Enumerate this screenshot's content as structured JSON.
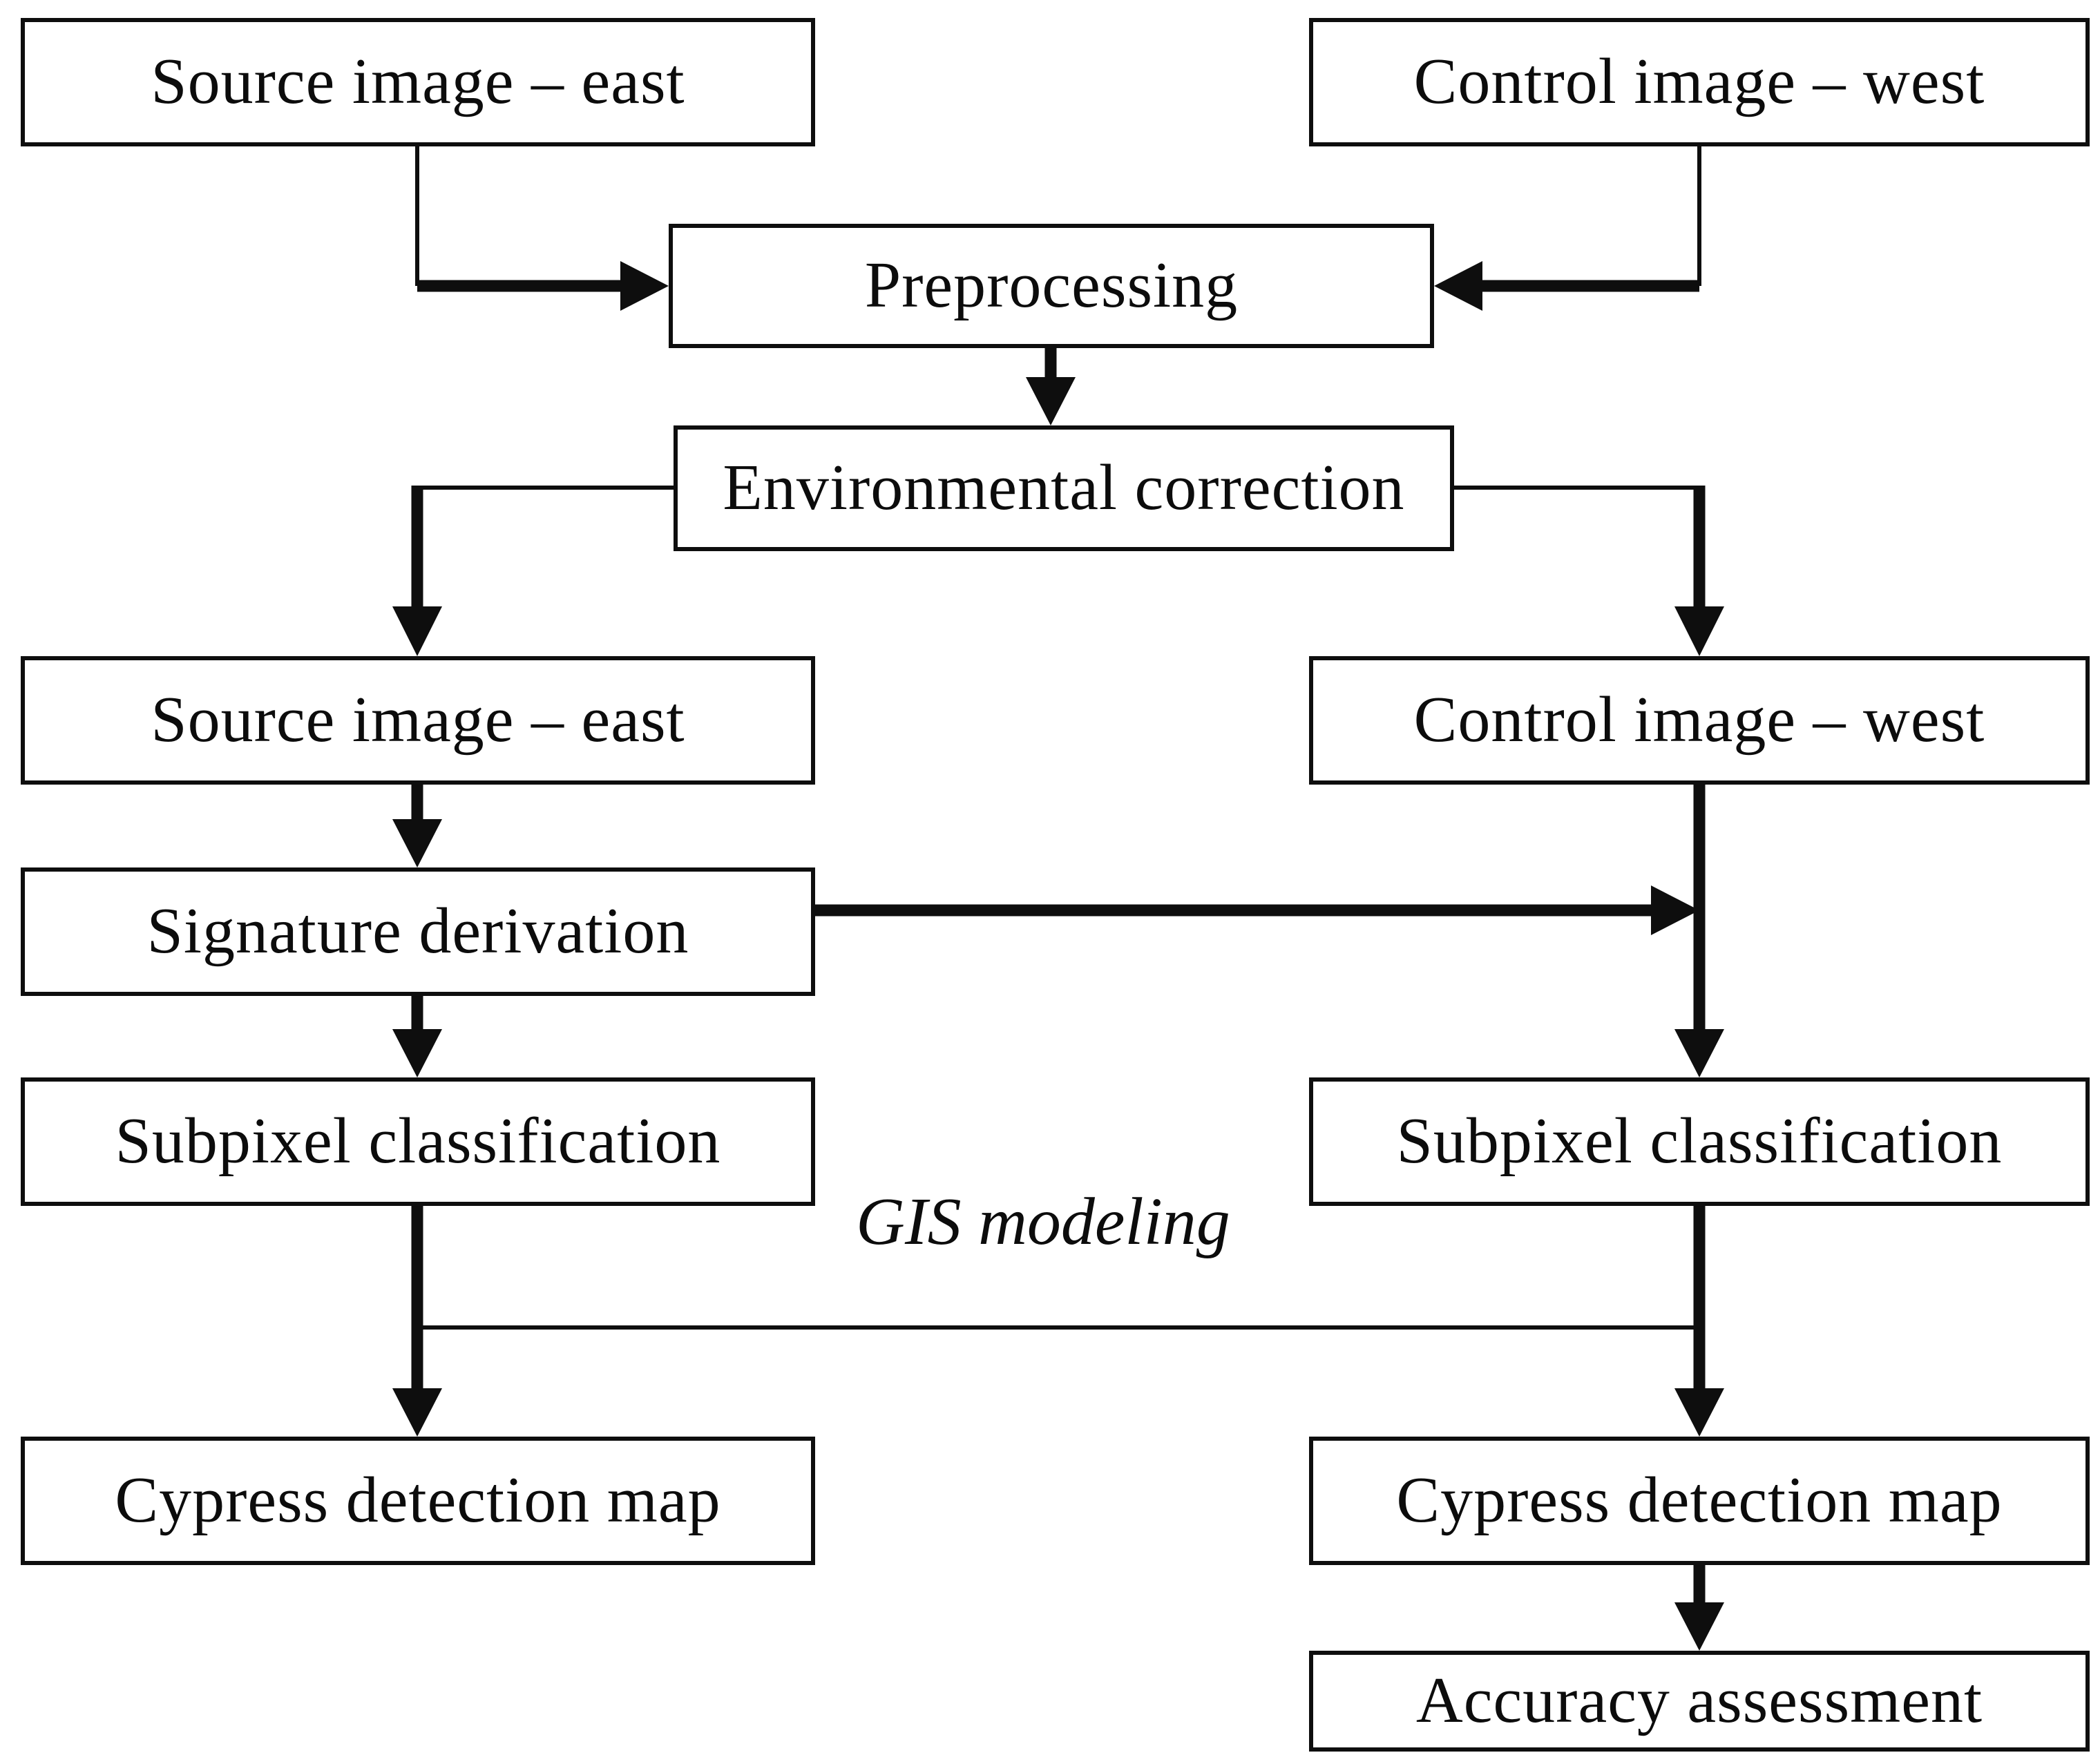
{
  "diagram": {
    "description": "Flowchart of cypress detection image-processing workflow for east (source) and west (control) images",
    "colors": {
      "background": "#ffffff",
      "line": "#0e0e0e",
      "box_border": "#0e0e0e",
      "text": "#0c0c0c"
    },
    "nodes": {
      "source_east_top": {
        "label": "Source image – east"
      },
      "control_west_top": {
        "label": "Control image – west"
      },
      "preprocessing": {
        "label": "Preprocessing"
      },
      "environmental_correction": {
        "label": "Environmental correction"
      },
      "source_east_corrected": {
        "label": "Source image – east"
      },
      "control_west_corrected": {
        "label": "Control image – west"
      },
      "signature_derivation": {
        "label": "Signature derivation"
      },
      "subpixel_left": {
        "label": "Subpixel classification"
      },
      "subpixel_right": {
        "label": "Subpixel classification"
      },
      "cypress_left": {
        "label": "Cypress detection map"
      },
      "cypress_right": {
        "label": "Cypress detection map"
      },
      "accuracy_assessment": {
        "label": "Accuracy assessment"
      }
    },
    "annotation": {
      "label": "GIS modeling"
    },
    "edges": [
      "source_east_top -> preprocessing",
      "control_west_top -> preprocessing",
      "preprocessing -> environmental_correction",
      "environmental_correction -> source_east_corrected",
      "environmental_correction -> control_west_corrected",
      "source_east_corrected -> signature_derivation",
      "signature_derivation -> subpixel_left",
      "signature_derivation -> control_west_column",
      "control_west_corrected -> subpixel_right",
      "subpixel_left -> cypress_left",
      "subpixel_right -> cypress_right",
      "subpixel_left -- gis_modeling -- subpixel_right",
      "cypress_right -> accuracy_assessment"
    ]
  }
}
